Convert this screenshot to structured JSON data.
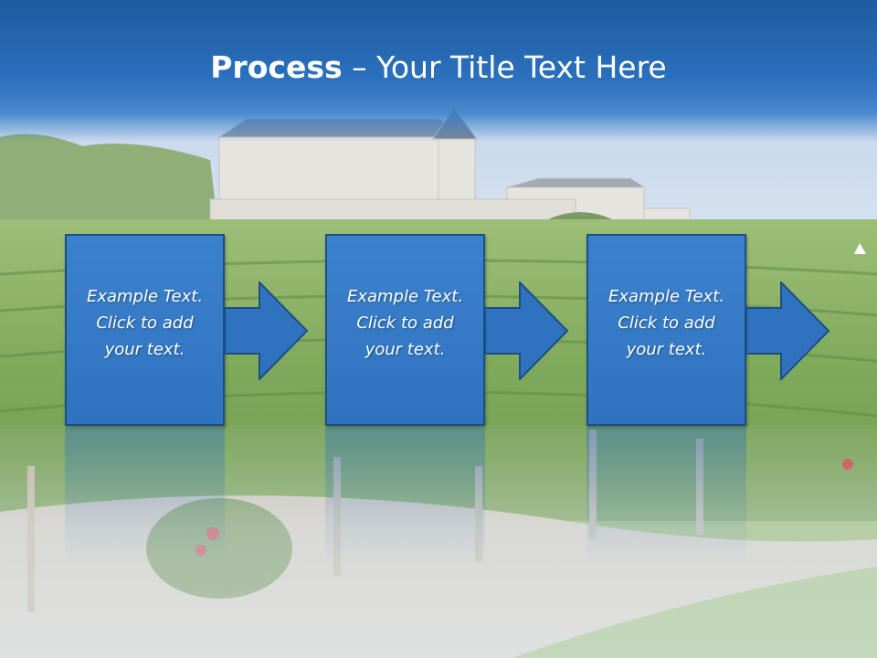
{
  "slide": {
    "title_bold": "Process",
    "title_rest": " – Your Title Text Here"
  },
  "steps": [
    {
      "line1": "Example Text.",
      "line2": "Click  to add",
      "line3": "your text."
    },
    {
      "line1": "Example Text.",
      "line2": "Click  to add",
      "line3": "your text."
    },
    {
      "line1": "Example Text.",
      "line2": "Click  to add",
      "line3": "your text."
    }
  ],
  "colors": {
    "title_band": "#2a70bd",
    "step_fill": "#3478c6",
    "step_border": "#1d4e86",
    "text": "#ffffff"
  },
  "icons": [
    "arrow-right-icon"
  ]
}
